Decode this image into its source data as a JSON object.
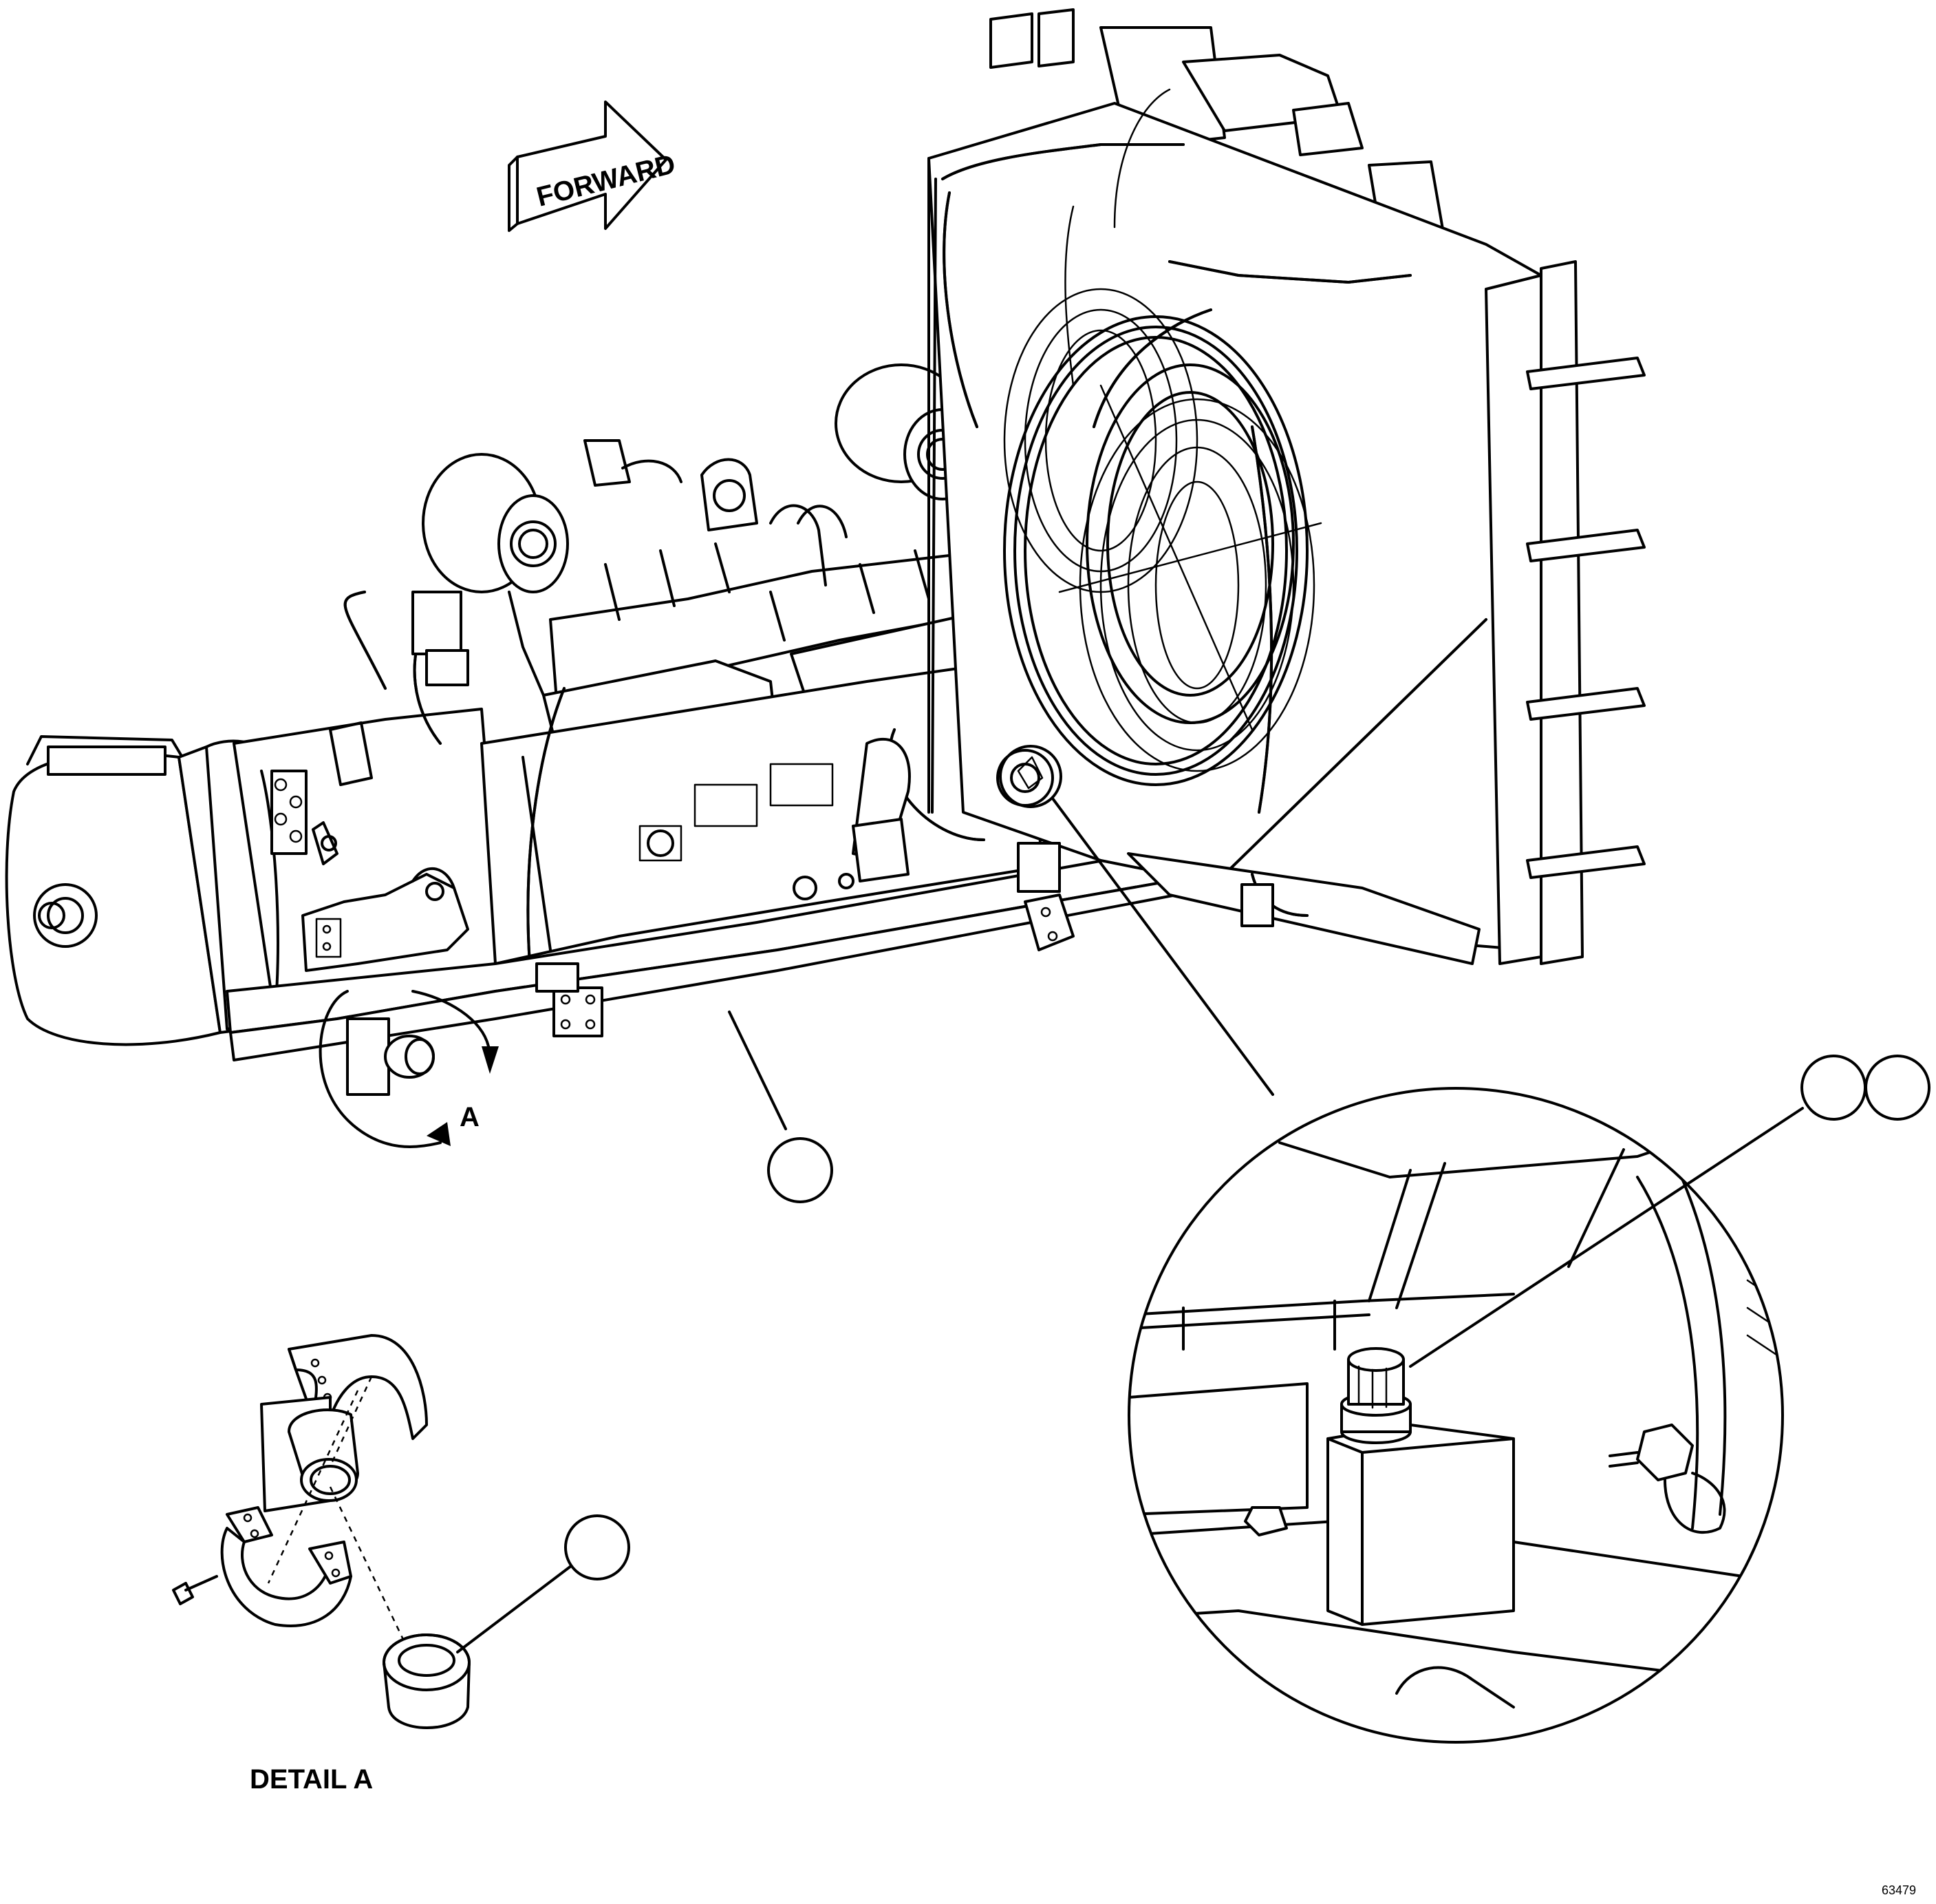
{
  "diagram": {
    "forward_label": "FORWARD",
    "view_marker": "A",
    "detail_caption": "DETAIL A",
    "figure_number": "63479"
  },
  "callouts": [
    {
      "id": "generator-frame",
      "text": ""
    },
    {
      "id": "drain-plug-1",
      "text": ""
    },
    {
      "id": "drain-plug-2",
      "text": ""
    },
    {
      "id": "detail-cap",
      "text": ""
    }
  ]
}
